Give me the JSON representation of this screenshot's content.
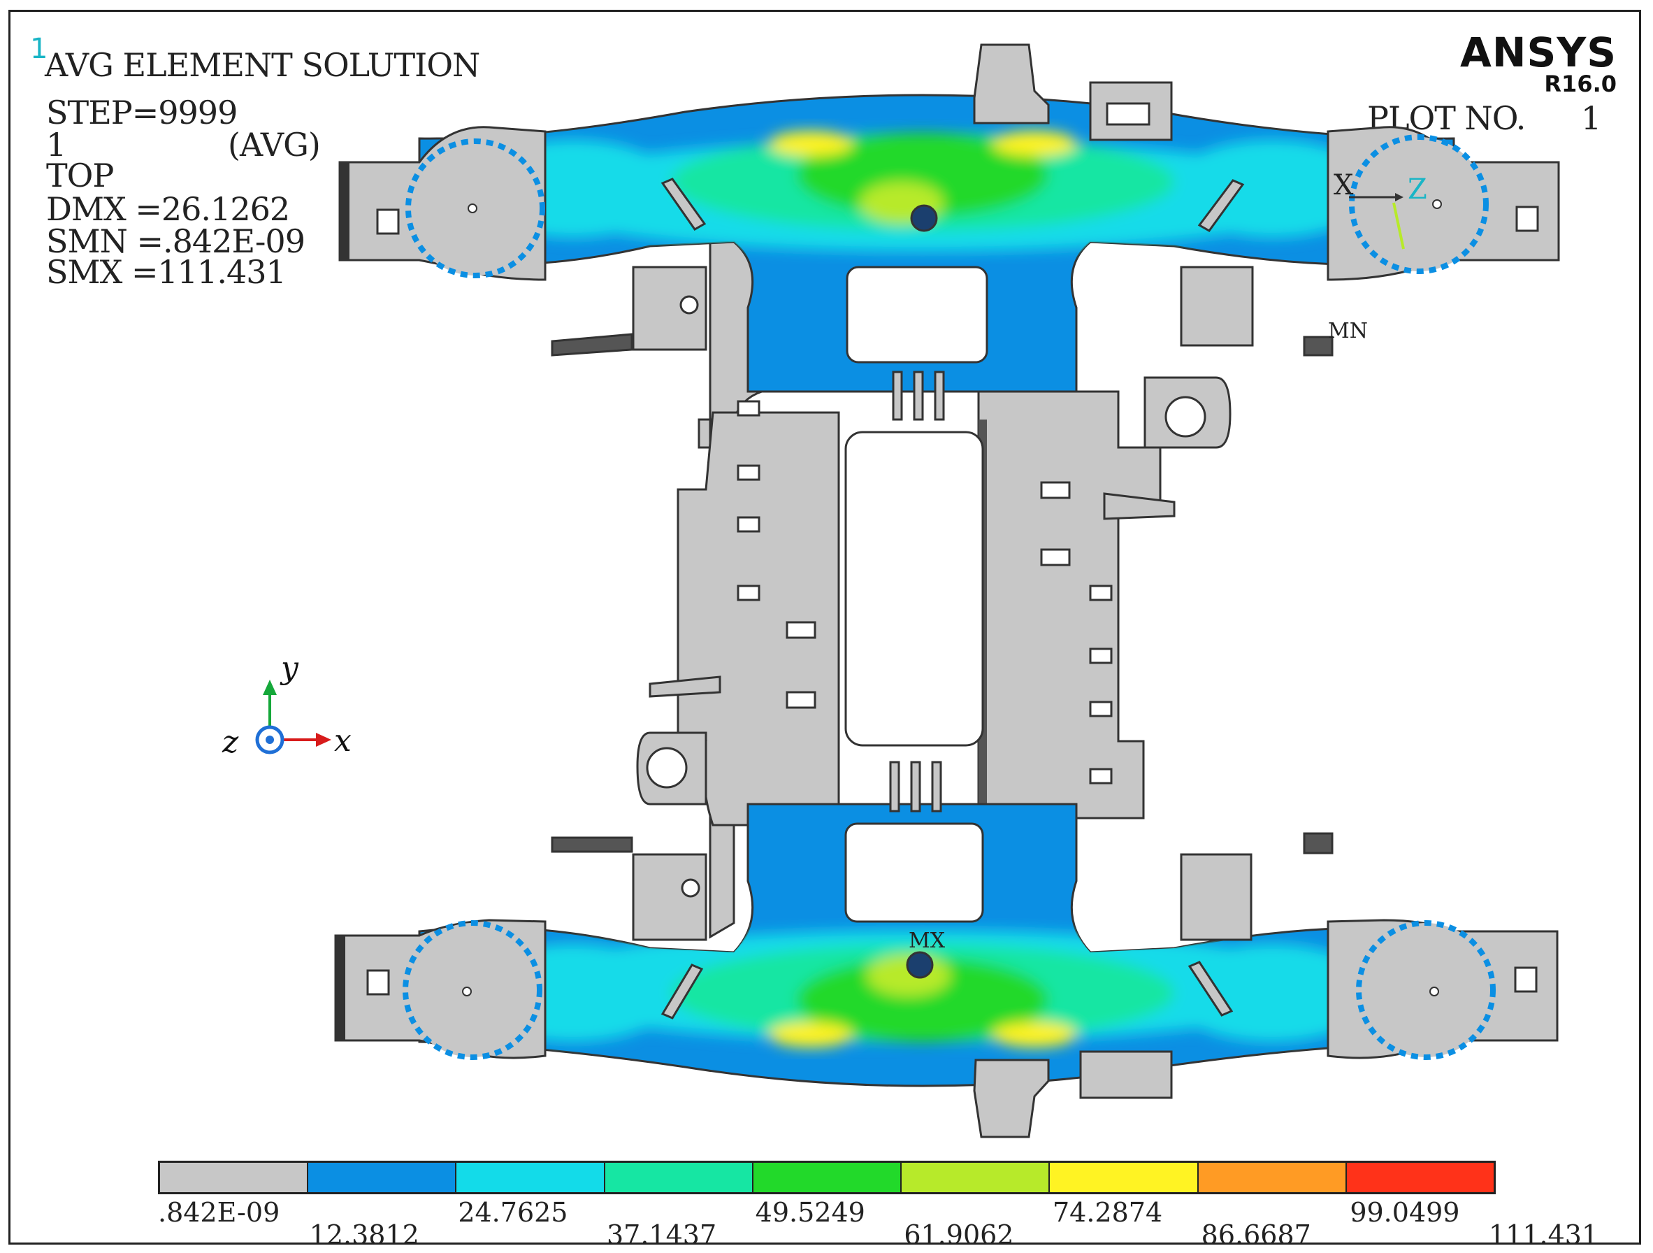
{
  "window_number": "1",
  "header": {
    "title": "AVG ELEMENT SOLUTION",
    "step": "STEP=9999",
    "sub": "1",
    "avg": "(AVG)",
    "view": "TOP",
    "dmx": "DMX =26.1262",
    "smn": "SMN =.842E-09",
    "smx": "SMX =111.431"
  },
  "brand": {
    "name": "ANSYS",
    "release": "R16.0"
  },
  "plot": {
    "label": "PLOT NO.",
    "number": "1"
  },
  "triad": {
    "x": "X",
    "z": "Z"
  },
  "markers": {
    "min": "MN",
    "max": "MX"
  },
  "axes": {
    "y": "y",
    "x": "x",
    "z": "z"
  },
  "colors": {
    "gray": "#c7c7c7",
    "blue": "#0b8fe3",
    "cyan": "#13dbe9",
    "seagreen": "#16e6a3",
    "green": "#22d92a",
    "yellowgreen": "#b7ea2a",
    "yellow": "#fff323",
    "orange": "#ff9b24",
    "red": "#ff3219",
    "outline": "#333333"
  },
  "legend": {
    "colors": [
      "#c7c7c7",
      "#0b8fe3",
      "#13dbe9",
      "#16e6a3",
      "#22d92a",
      "#b7ea2a",
      "#fff323",
      "#ff9b24",
      "#ff3219"
    ],
    "ticks": [
      ".842E-09",
      "12.3812",
      "24.7625",
      "37.1437",
      "49.5249",
      "61.9062",
      "74.2874",
      "86.6687",
      "99.0499",
      "111.431"
    ]
  }
}
